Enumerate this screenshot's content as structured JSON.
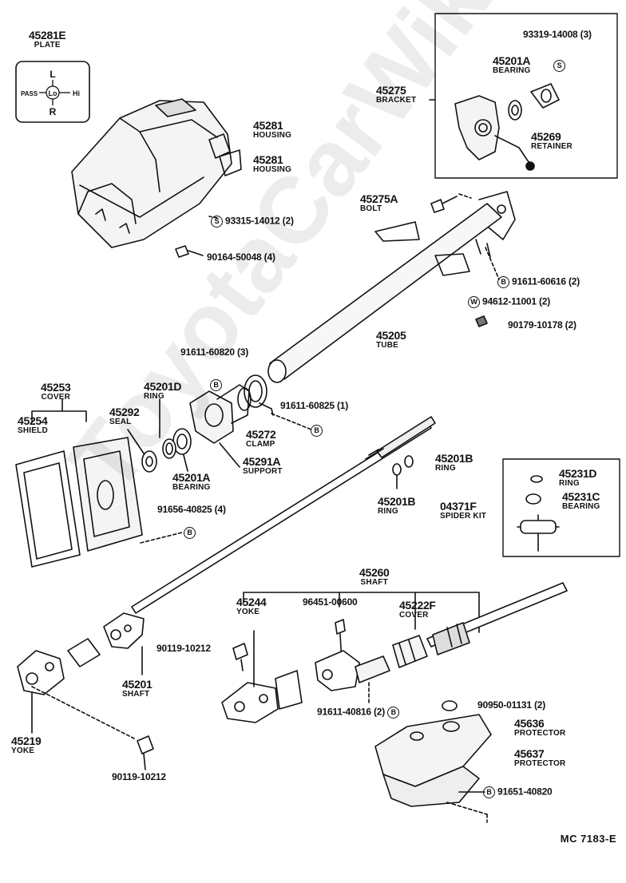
{
  "watermark": "ToyotaCarWiki.com",
  "diagram_code": "MC 7183-E",
  "plate_symbols": {
    "top": "L",
    "bottom": "R",
    "left": "PASS",
    "right": "Hi",
    "center": "Lo"
  },
  "parts": {
    "p45281E": {
      "number": "45281E",
      "name": "PLATE"
    },
    "p45281a": {
      "number": "45281",
      "name": "HOUSING"
    },
    "p45281b": {
      "number": "45281",
      "name": "HOUSING"
    },
    "s93315": {
      "badge": "S",
      "number": "93315-14012 (2)"
    },
    "p90164": {
      "number": "90164-50048 (4)"
    },
    "s93319": {
      "number": "93319-14008 (3)",
      "badge": "S"
    },
    "p45201A_top": {
      "number": "45201A",
      "name": "BEARING"
    },
    "p45275": {
      "number": "45275",
      "name": "BRACKET"
    },
    "p45269": {
      "number": "45269",
      "name": "RETAINER"
    },
    "p45275A": {
      "number": "45275A",
      "name": "BOLT"
    },
    "b91611_60616": {
      "badge": "B",
      "number": "91611-60616 (2)"
    },
    "w94612": {
      "badge": "W",
      "number": "94612-11001 (2)"
    },
    "p90179": {
      "number": "90179-10178 (2)"
    },
    "p45205": {
      "number": "45205",
      "name": "TUBE"
    },
    "p91611_60820": {
      "number": "91611-60820 (3)",
      "badge": "B"
    },
    "p45253": {
      "number": "45253",
      "name": "COVER"
    },
    "p45201D": {
      "number": "45201D",
      "name": "RING"
    },
    "p45254": {
      "number": "45254",
      "name": "SHIELD"
    },
    "p45292": {
      "number": "45292",
      "name": "SEAL"
    },
    "p91611_60825": {
      "number": "91611-60825 (1)",
      "badge": "B"
    },
    "p45272": {
      "number": "45272",
      "name": "CLAMP"
    },
    "p45291A": {
      "number": "45291A",
      "name": "SUPPORT"
    },
    "p45201A_mid": {
      "number": "45201A",
      "name": "BEARING"
    },
    "p91656": {
      "number": "91656-40825 (4)",
      "badge": "B"
    },
    "p45201B_r": {
      "number": "45201B",
      "name": "RING"
    },
    "p45201B_l": {
      "number": "45201B",
      "name": "RING"
    },
    "p45231D": {
      "number": "45231D",
      "name": "RING"
    },
    "p45231C": {
      "number": "45231C",
      "name": "BEARING"
    },
    "p04371F": {
      "number": "04371F",
      "name": "SPIDER KIT"
    },
    "p45260": {
      "number": "45260",
      "name": "SHAFT"
    },
    "p45244": {
      "number": "45244",
      "name": "YOKE"
    },
    "p96451": {
      "number": "96451-00600"
    },
    "p45222F": {
      "number": "45222F",
      "name": "COVER"
    },
    "p90119a": {
      "number": "90119-10212"
    },
    "p45201": {
      "number": "45201",
      "name": "SHAFT"
    },
    "p91611_40816": {
      "number": "91611-40816 (2)",
      "badge": "B"
    },
    "p90950": {
      "number": "90950-01131 (2)"
    },
    "p45219": {
      "number": "45219",
      "name": "YOKE"
    },
    "p45636": {
      "number": "45636",
      "name": "PROTECTOR"
    },
    "p45637": {
      "number": "45637",
      "name": "PROTECTOR"
    },
    "b91651": {
      "badge": "B",
      "number": "91651-40820"
    },
    "p90119b": {
      "number": "90119-10212"
    }
  }
}
